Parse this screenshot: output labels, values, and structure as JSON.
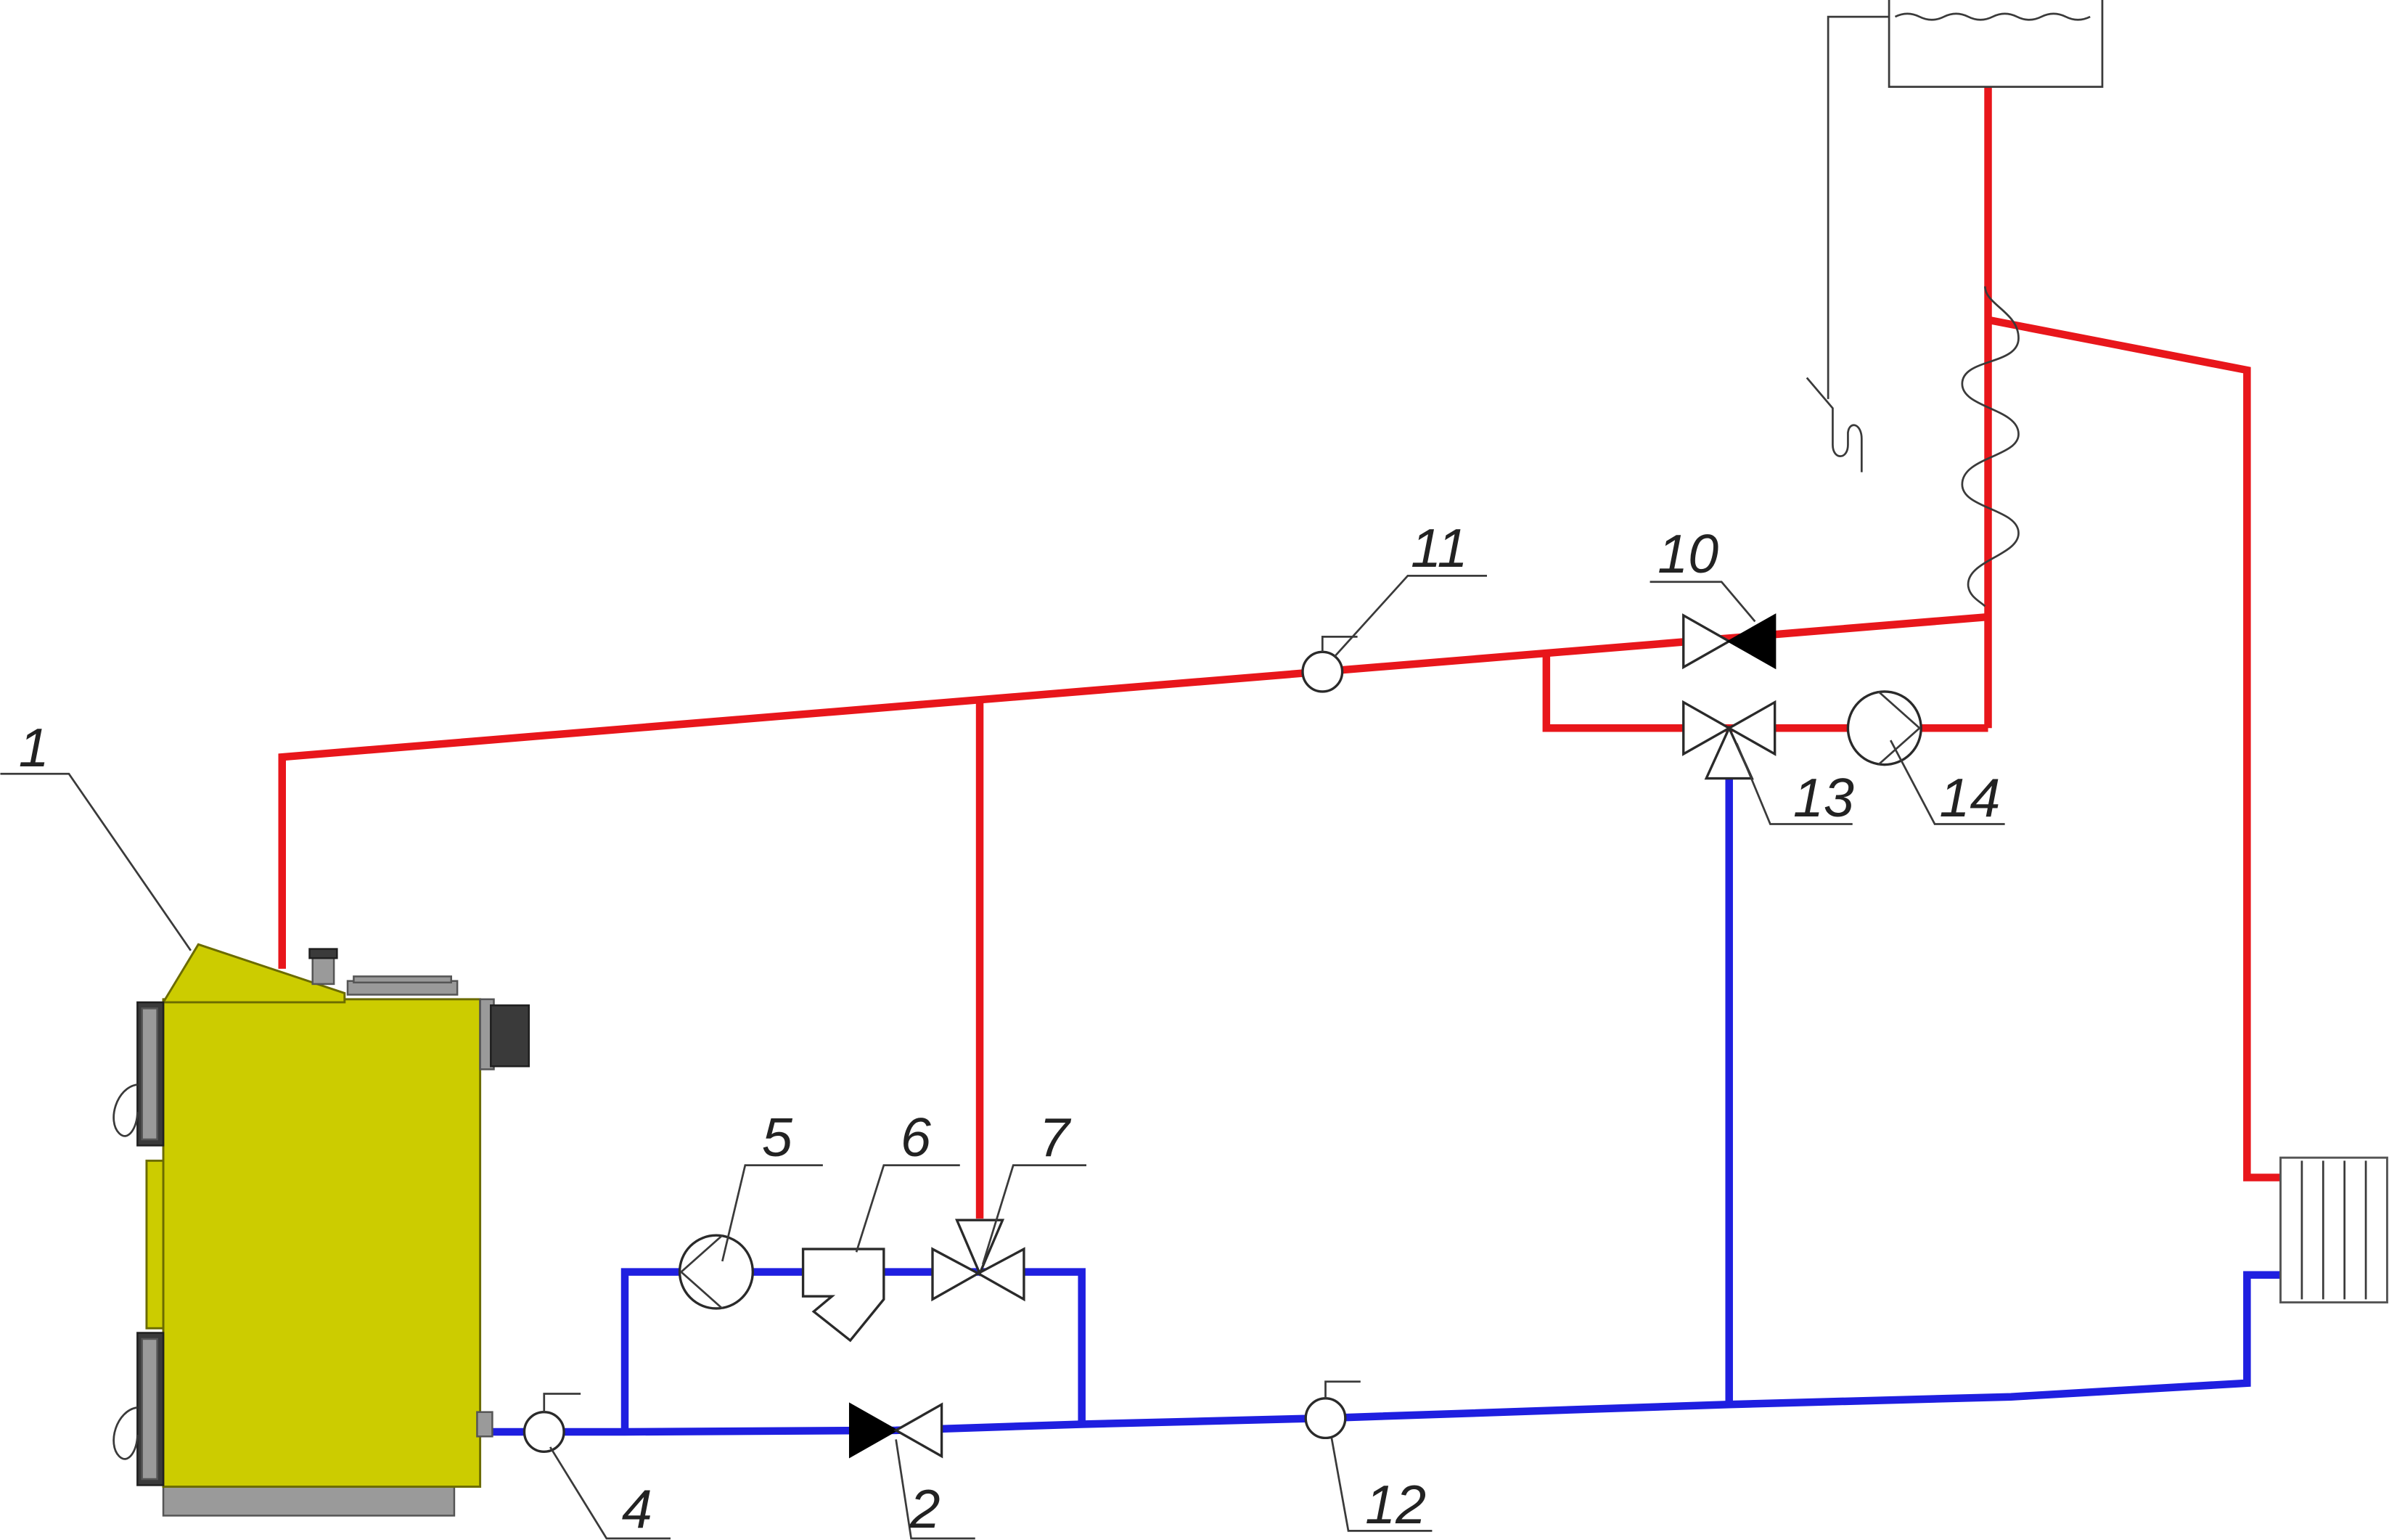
{
  "colors": {
    "supply_pipe": "#e8161b",
    "return_pipe": "#1f1fe0",
    "boiler_body": "#cccc00",
    "diagram_background": "#ffffff"
  },
  "callouts": [
    "1",
    "2",
    "4",
    "5",
    "6",
    "7",
    "10",
    "11",
    "12",
    "13",
    "14"
  ]
}
